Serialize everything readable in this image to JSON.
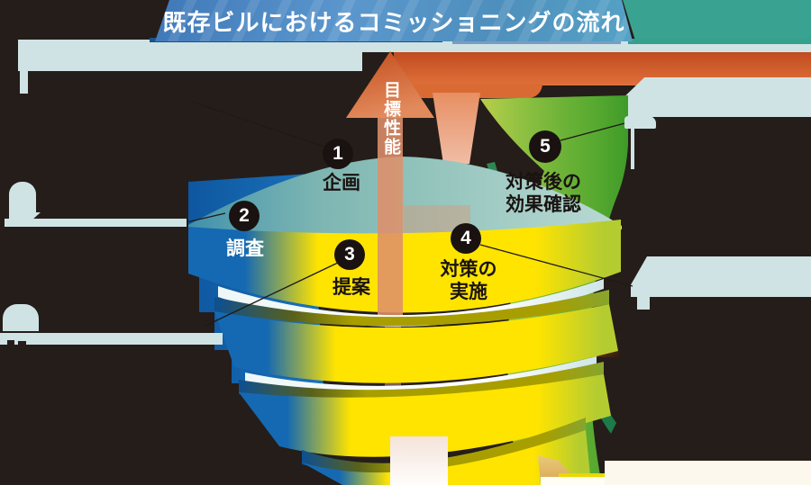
{
  "title": "既存ビルにおけるコミッショニングの流れ",
  "center_arrow": {
    "label": "目標性能"
  },
  "steps": [
    {
      "number": "1",
      "label": "企画"
    },
    {
      "number": "2",
      "label": "調査"
    },
    {
      "number": "3",
      "label": "提案"
    },
    {
      "number": "4",
      "label": "対策の\n実施"
    },
    {
      "number": "5",
      "label": "対策後の\n効果確認"
    }
  ],
  "colors": {
    "background": "#251d19",
    "banner_blue": "#4d84c0",
    "header_teal": "#3aa290",
    "pale_blue": "#cfe3e4",
    "orange_band": "#d05b2b",
    "target_arrow_salmon": "#e2814f",
    "spiral_blue": "#1569b2",
    "spiral_teal": "#8abcb4",
    "spiral_yellow": "#ffe400",
    "spiral_olive": "#a89e00",
    "rising_arrow_green": "#6fb237",
    "step_circle_black": "#1a1210"
  }
}
